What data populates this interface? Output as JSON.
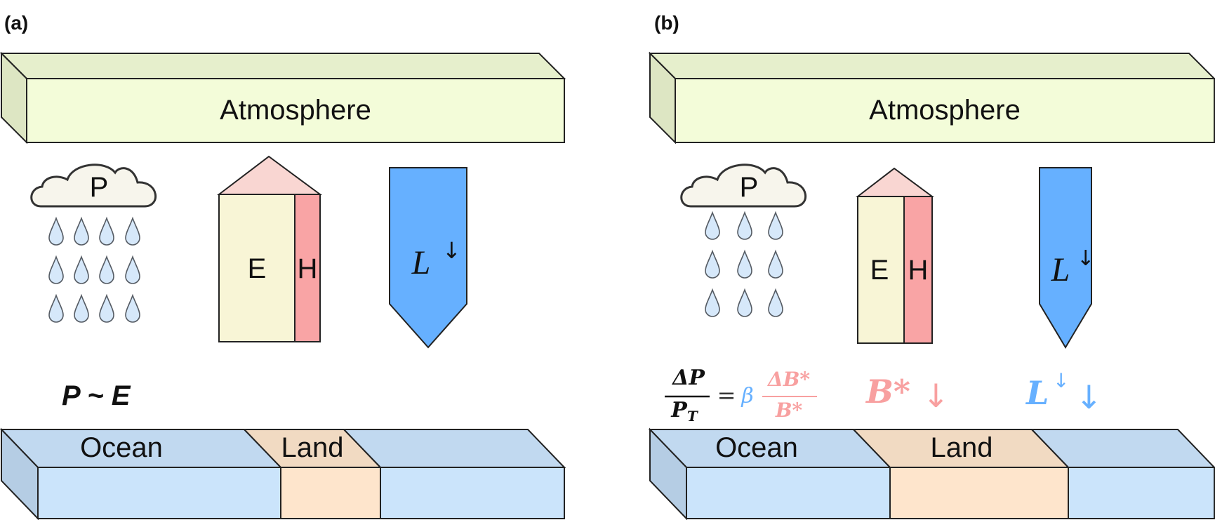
{
  "panels": [
    {
      "label": "(a)",
      "atmosphere": {
        "label": "Atmosphere"
      },
      "precip": {
        "label": "P",
        "drop_columns": 4,
        "drop_rows": 3
      },
      "evap_heat": {
        "e_label": "E",
        "h_label": "H"
      },
      "longwave": {
        "symbol": "L",
        "superscript": "↓"
      },
      "relation": {
        "text": "P ~ E"
      },
      "surface": {
        "ocean_label": "Ocean",
        "land_label": "Land"
      }
    },
    {
      "label": "(b)",
      "atmosphere": {
        "label": "Atmosphere"
      },
      "precip": {
        "label": "P",
        "drop_columns": 3,
        "drop_rows": 3
      },
      "evap_heat": {
        "e_label": "E",
        "h_label": "H"
      },
      "longwave": {
        "symbol": "L",
        "superscript": "↓"
      },
      "equation": {
        "lhs_num": "ΔP",
        "lhs_den": "P",
        "lhs_den_sub": "T",
        "equals": "=",
        "beta": "β",
        "rhs_num": "ΔB*",
        "rhs_den": "B*"
      },
      "bowen": {
        "symbol": "B*",
        "arrow": "↓"
      },
      "lw_change": {
        "symbol": "L",
        "superscript": "↓",
        "arrow": "↓"
      },
      "surface": {
        "ocean_label": "Ocean",
        "land_label": "Land"
      }
    }
  ],
  "colors": {
    "atmos_front": "#f3fcd9",
    "atmos_top": "#e6efcc",
    "atmos_side": "#dde6c3",
    "cloud_fill": "#f7f5ec",
    "drop_fill": "#d6e8fa",
    "evap_fill": "#f8f5d6",
    "heat_fill": "#f9a4a5",
    "roof_fill": "#f9d6d2",
    "lw_fill": "#66b0ff",
    "ocean_front": "#cbe4fb",
    "ocean_top": "#c1d9f0",
    "ocean_side": "#b5cde4",
    "land_front": "#fee5cc",
    "land_top": "#f1dac2",
    "pink_text": "#f8a0a0",
    "blue_text": "#66b0ff"
  }
}
